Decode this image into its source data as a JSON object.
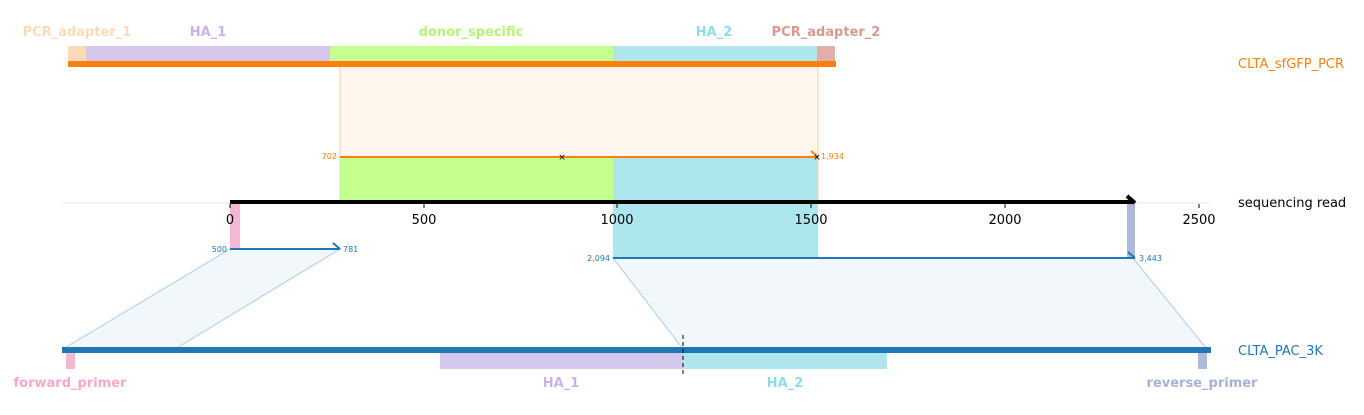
{
  "features_top": [
    {
      "name": "PCR_adapter_1",
      "color": "#fcdab9",
      "label_color": "#fcdab9"
    },
    {
      "name": "HA_1",
      "color": "#d6c8ec",
      "label_color": "#c9b3e6"
    },
    {
      "name": "donor_specific",
      "color": "#c5ff8f",
      "label_color": "#b6f27a"
    },
    {
      "name": "HA_2",
      "color": "#aee6ee",
      "label_color": "#8ddde8"
    },
    {
      "name": "PCR_adapter_2",
      "color": "#e2aea7",
      "label_color": "#d89a8f"
    }
  ],
  "targets": {
    "top": {
      "name": "CLTA_sfGFP_PCR",
      "color": "#ff7f0e"
    },
    "middle": {
      "name": "sequencing read",
      "color": "#000000"
    },
    "bottom": {
      "name": "CLTA_PAC_3K",
      "color": "#1f77b4"
    }
  },
  "axis": {
    "ticks": [
      "0",
      "500",
      "1000",
      "1500",
      "2000",
      "2500"
    ]
  },
  "alignments": {
    "top_start": "702",
    "top_end": "1,934",
    "left_start": "500",
    "left_end": "781",
    "right_start": "2,094",
    "right_end": "3,443"
  },
  "features_bottom": [
    {
      "name": "forward_primer",
      "color": "#f7b6d2",
      "label_color": "#f7a8cc"
    },
    {
      "name": "HA_1",
      "color": "#d6c8ec",
      "label_color": "#c9b3e6"
    },
    {
      "name": "HA_2",
      "color": "#aee6ee",
      "label_color": "#8ddde8"
    },
    {
      "name": "reverse_primer",
      "color": "#aeb8d8",
      "label_color": "#a6b3d6"
    }
  ]
}
